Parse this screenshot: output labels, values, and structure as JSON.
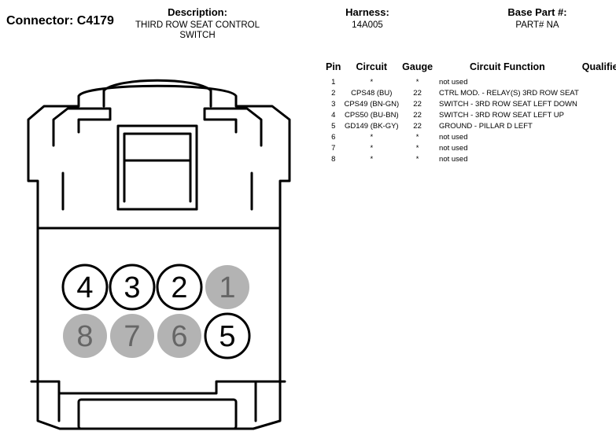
{
  "connector": "Connector: C4179",
  "description": {
    "label": "Description:",
    "lines": [
      "THIRD ROW SEAT CONTROL",
      "SWITCH"
    ]
  },
  "harness": {
    "label": "Harness:",
    "value": "14A005"
  },
  "base_part": {
    "label": "Base Part #:",
    "value": "PART# NA"
  },
  "table": {
    "headers": [
      "Pin",
      "Circuit",
      "Gauge",
      "Circuit Function",
      "Qualifier"
    ],
    "rows": [
      {
        "pin": "1",
        "circuit": "*",
        "gauge": "*",
        "function": "not used",
        "qualifier": ""
      },
      {
        "pin": "2",
        "circuit": "CPS48 (BU)",
        "gauge": "22",
        "function": "CTRL MOD. - RELAY(S) 3RD ROW SEAT",
        "qualifier": ""
      },
      {
        "pin": "3",
        "circuit": "CPS49 (BN-GN)",
        "gauge": "22",
        "function": "SWITCH - 3RD ROW SEAT LEFT DOWN",
        "qualifier": ""
      },
      {
        "pin": "4",
        "circuit": "CPS50 (BU-BN)",
        "gauge": "22",
        "function": "SWITCH - 3RD ROW SEAT LEFT UP",
        "qualifier": ""
      },
      {
        "pin": "5",
        "circuit": "GD149 (BK-GY)",
        "gauge": "22",
        "function": "GROUND - PILLAR D LEFT",
        "qualifier": ""
      },
      {
        "pin": "6",
        "circuit": "*",
        "gauge": "*",
        "function": "not used",
        "qualifier": ""
      },
      {
        "pin": "7",
        "circuit": "*",
        "gauge": "*",
        "function": "not used",
        "qualifier": ""
      },
      {
        "pin": "8",
        "circuit": "*",
        "gauge": "*",
        "function": "not used",
        "qualifier": ""
      }
    ]
  },
  "pins": [
    {
      "label": "4",
      "used": true
    },
    {
      "label": "3",
      "used": true
    },
    {
      "label": "2",
      "used": true
    },
    {
      "label": "1",
      "used": false
    },
    {
      "label": "8",
      "used": false
    },
    {
      "label": "7",
      "used": false
    },
    {
      "label": "6",
      "used": false
    },
    {
      "label": "5",
      "used": true
    }
  ],
  "colors": {
    "used_fill": "#ffffff",
    "used_stroke": "#000000",
    "unused_fill": "#b3b3b3",
    "unused_text": "#666666"
  }
}
